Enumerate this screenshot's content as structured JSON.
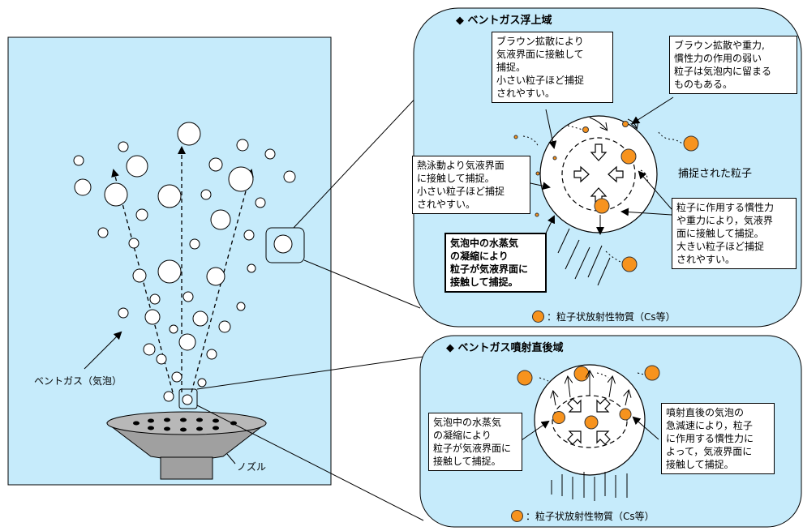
{
  "colors": {
    "background_blue": "#c6ebfb",
    "particle_orange": "#f7931e",
    "outline": "#000000",
    "nozzle_gray": "#a0a0a0"
  },
  "left_panel": {
    "gas_label": "ベントガス（気泡）",
    "nozzle_label": "ノズル"
  },
  "upper_panel": {
    "heading": "◆  ベントガス浮上域",
    "captured_label": "捕捉された粒子",
    "notes": {
      "brownian": [
        "ブラウン拡散により",
        "気液界面に接触して",
        "捕捉。",
        "小さい粒子ほど捕捉",
        "されやすい。"
      ],
      "retained": [
        "ブラウン拡散や重力,",
        "慣性力の作用の弱い",
        "粒子は気泡内に留まる",
        "ものもある。"
      ],
      "thermal": [
        "熱泳動より気液界面",
        "に接触して捕捉。",
        "小さい粒子ほど捕捉",
        "されやすい。"
      ],
      "condensation": [
        "気泡中の水蒸気",
        "の凝縮により",
        "粒子が気液界面に",
        "接触して捕捉。"
      ],
      "inertia": [
        "粒子に作用する慣性力",
        "や重力により，気液界",
        "面に接触して捕捉。",
        "大きい粒子ほど捕捉",
        "されやすい。"
      ]
    },
    "legend": "：粒子状放射性物質（Cs等）"
  },
  "lower_panel": {
    "heading": "◆  ベントガス噴射直後域",
    "notes": {
      "condensation": [
        "気泡中の水蒸気",
        "の凝縮により",
        "粒子が気液界面に",
        "接触して捕捉。"
      ],
      "deceleration": [
        "噴射直後の気泡の",
        "急減速により，粒子",
        "に作用する慣性力に",
        "よって，気液界面に",
        "接触して捕捉。"
      ]
    },
    "legend": "：粒子状放射性物質（Cs等）"
  }
}
